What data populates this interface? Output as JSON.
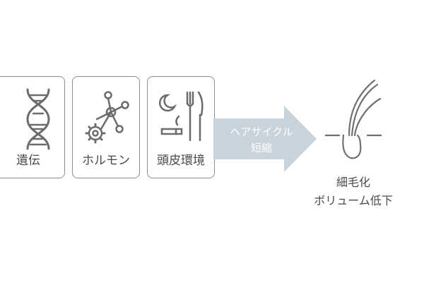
{
  "factors": [
    {
      "label": "遺伝",
      "icon": "dna-icon"
    },
    {
      "label": "ホルモン",
      "icon": "molecule-icon"
    },
    {
      "label": "頭皮環境",
      "icon": "lifestyle-icon"
    }
  ],
  "arrow": {
    "line1": "ヘアサイクル",
    "line2": "短縮"
  },
  "outcome": {
    "line1": "細毛化",
    "line2": "ボリューム低下",
    "icon": "hair-follicle-icon"
  },
  "colors": {
    "arrow": "#c9d3dc",
    "border": "#8d8d8d",
    "text": "#4a4a4a"
  }
}
